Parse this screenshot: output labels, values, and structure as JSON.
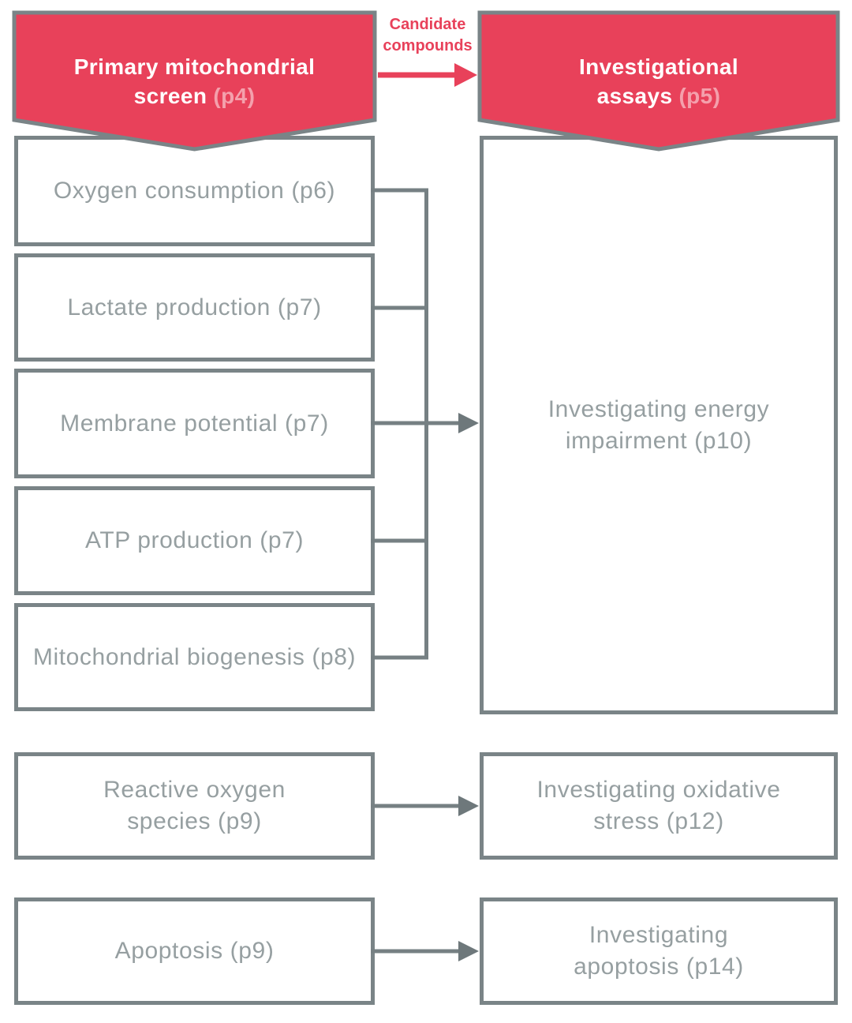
{
  "palette": {
    "banner_red": "#E8415A",
    "page_ref_pink": "#F4A0AC",
    "border_gray": "#7A8487",
    "connector_gray": "#768083",
    "box_text_gray": "#969FA1"
  },
  "header": {
    "left_banner": {
      "line1": "Primary mitochondrial",
      "line2_main": "screen",
      "page_ref": "(p4)"
    },
    "flow_label": {
      "line1": "Candidate",
      "line2": "compounds"
    },
    "right_banner": {
      "line1": "Investigational",
      "line2_main": "assays",
      "page_ref": "(p5)"
    }
  },
  "primary_screen": {
    "boxes": [
      {
        "lines": [
          "Oxygen consumption (p6)"
        ]
      },
      {
        "lines": [
          "Lactate production (p7)"
        ]
      },
      {
        "lines": [
          "Membrane potential (p7)"
        ]
      },
      {
        "lines": [
          "ATP production (p7)"
        ]
      },
      {
        "lines": [
          "Mitochondrial biogenesis (p8)"
        ]
      }
    ]
  },
  "investigational": {
    "energy_box": {
      "lines": [
        "Investigating energy",
        "impairment (p10)"
      ]
    }
  },
  "secondary_rows": [
    {
      "source": {
        "lines": [
          "Reactive oxygen",
          "species (p9)"
        ]
      },
      "target": {
        "lines": [
          "Investigating oxidative",
          "stress (p12)"
        ]
      }
    },
    {
      "source": {
        "lines": [
          "Apoptosis (p9)"
        ]
      },
      "target": {
        "lines": [
          "Investigating",
          "apoptosis (p14)"
        ]
      }
    }
  ]
}
